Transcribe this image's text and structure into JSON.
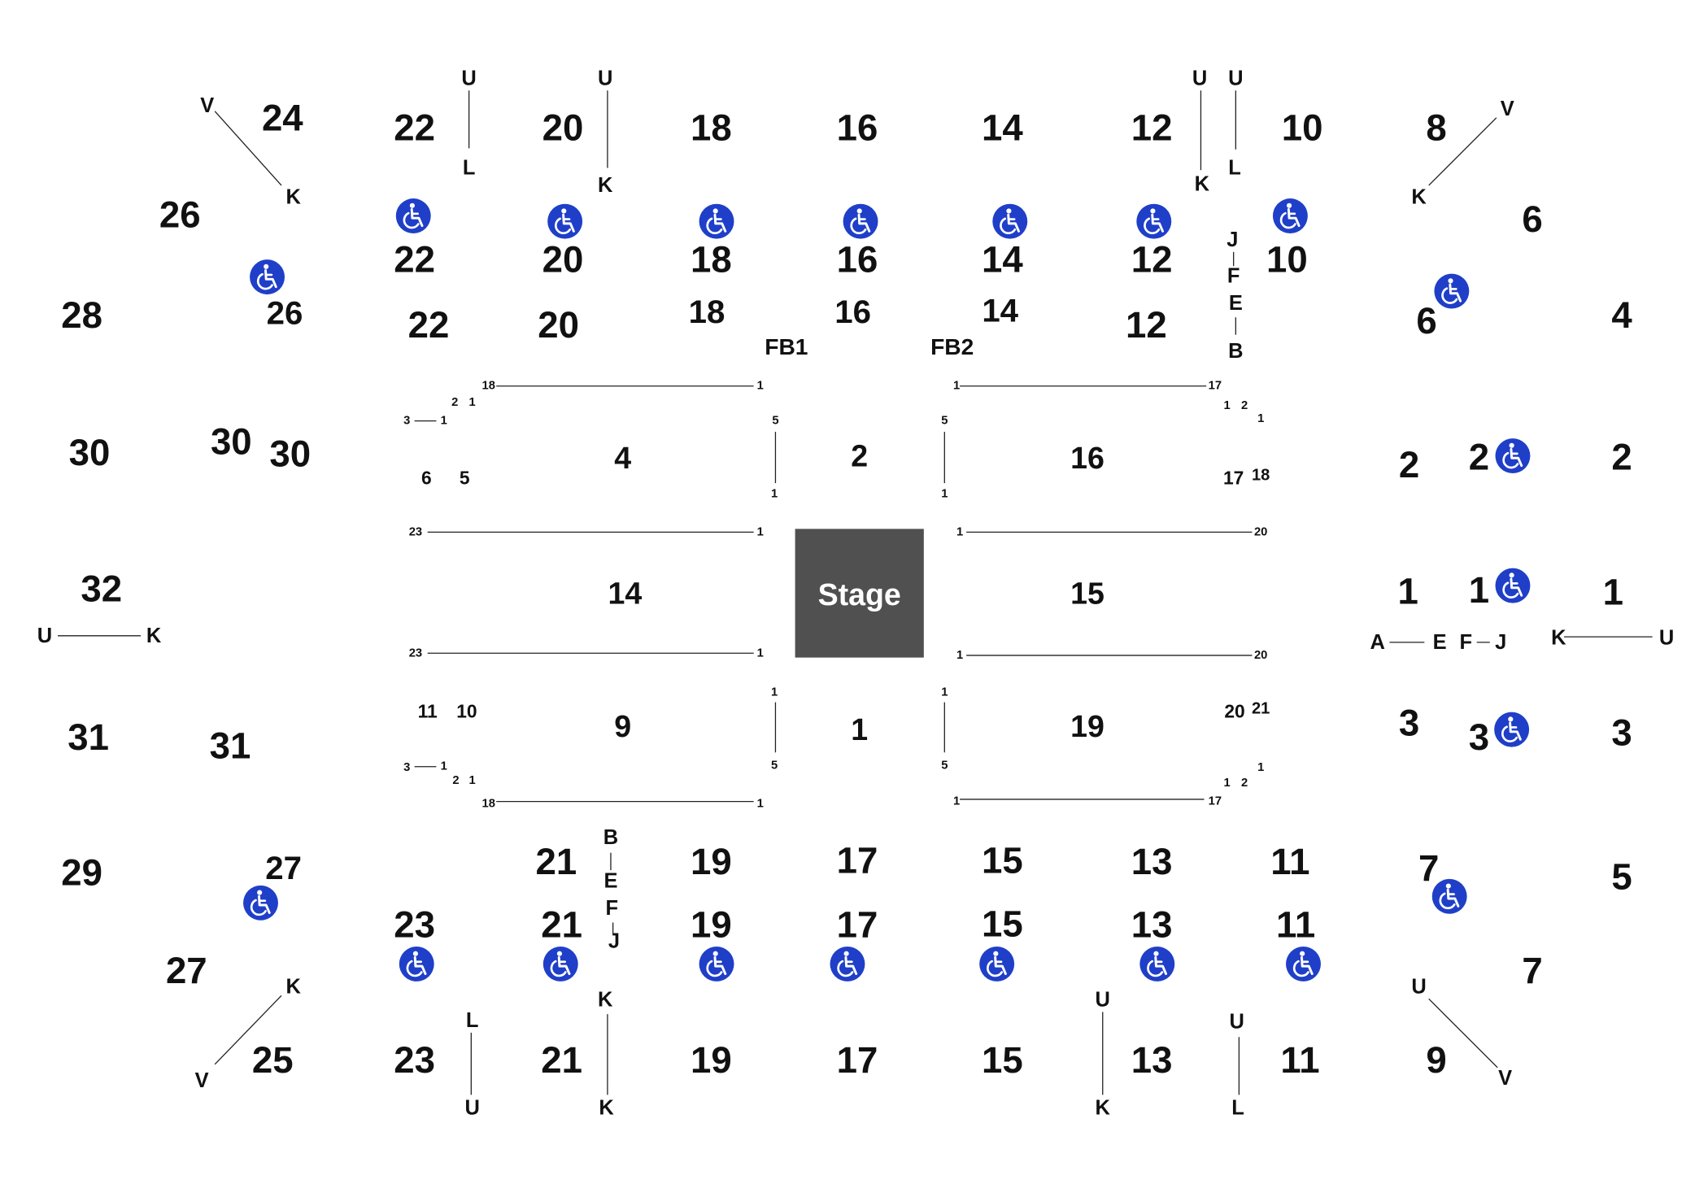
{
  "stage": {
    "label": "Stage",
    "fill": "#505050",
    "text_color": "#ffffff"
  },
  "colors": {
    "text": "#111111",
    "line": "#222222",
    "accessible": "#1f3fc8"
  },
  "accessible_icon": "wheelchair-icon",
  "section_labels": [
    "24",
    "22",
    "20",
    "18",
    "16",
    "14",
    "12",
    "10",
    "8",
    "26",
    "6",
    "22",
    "20",
    "18",
    "16",
    "14",
    "12",
    "10",
    "28",
    "26",
    "22",
    "20",
    "18",
    "16",
    "14",
    "12",
    "6",
    "4",
    "FB1",
    "FB2",
    "30",
    "30",
    "30",
    "2",
    "2",
    "2",
    "32",
    "1",
    "1",
    "1",
    "31",
    "31",
    "3",
    "3",
    "3",
    "29",
    "27",
    "21",
    "19",
    "17",
    "15",
    "13",
    "11",
    "7",
    "5",
    "23",
    "21",
    "19",
    "17",
    "15",
    "13",
    "11",
    "27",
    "7",
    "25",
    "23",
    "21",
    "19",
    "17",
    "15",
    "13",
    "11",
    "9"
  ],
  "floor_sections": [
    "4",
    "2",
    "16",
    "14",
    "15",
    "9",
    "1",
    "19"
  ],
  "row_labels": [
    "V",
    "K",
    "U",
    "L",
    "U",
    "K",
    "U",
    "K",
    "U",
    "L",
    "V",
    "K",
    "J",
    "F",
    "E",
    "B",
    "U",
    "K",
    "K",
    "U",
    "A",
    "E",
    "F",
    "J",
    "B",
    "E",
    "F",
    "J",
    "K",
    "V",
    "L",
    "U",
    "K",
    "U",
    "K",
    "U",
    "L",
    "U",
    "K",
    "V"
  ],
  "seat_labels": [
    "18",
    "1",
    "1",
    "17",
    "2",
    "1",
    "3",
    "1",
    "1",
    "2",
    "1",
    "5",
    "5",
    "6",
    "5",
    "17",
    "18",
    "1",
    "1",
    "23",
    "1",
    "1",
    "20",
    "23",
    "1",
    "1",
    "20",
    "1",
    "1",
    "11",
    "10",
    "20",
    "21",
    "5",
    "5",
    "3",
    "1",
    "1",
    "2",
    "1",
    "1",
    "2",
    "18",
    "1",
    "1",
    "17"
  ]
}
